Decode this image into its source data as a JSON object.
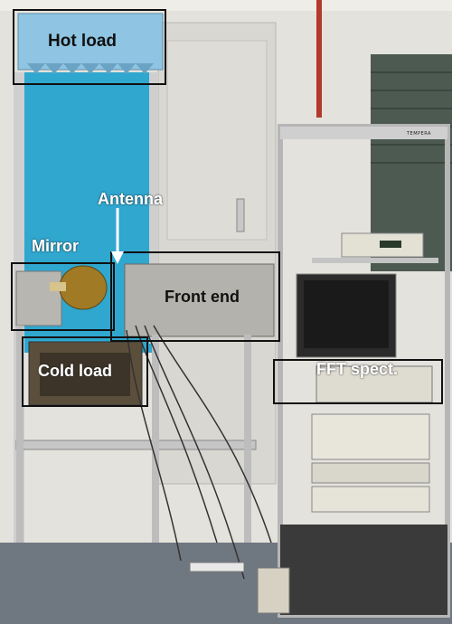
{
  "labels": {
    "hot_load": "Hot load",
    "antenna": "Antenna",
    "mirror": "Mirror",
    "front_end": "Front end",
    "cold_load": "Cold load",
    "fft_spect": "FFT spect."
  },
  "rack_stamp": "TEMPERA",
  "colors": {
    "wall": "#e4e2dc",
    "window_blue": "#2fa7cf",
    "load_blue": "#8fc4e2",
    "frame_outline": "#111111",
    "label_text": "#111111",
    "antenna_label": "#ffffff"
  }
}
